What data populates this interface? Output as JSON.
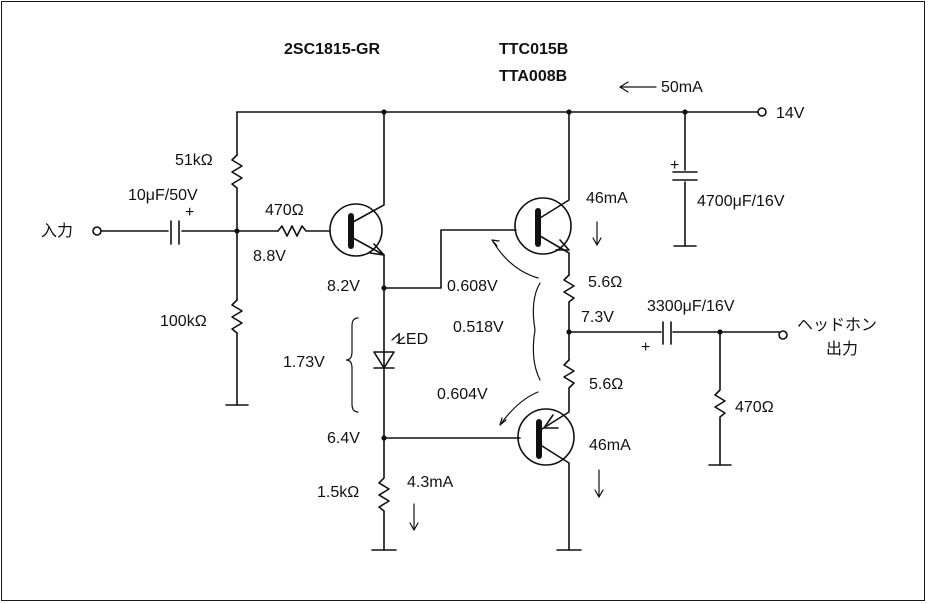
{
  "parts": {
    "q1": "2SC1815-GR",
    "q2": "TTC015B",
    "q3": "TTA008B"
  },
  "labels": {
    "input": "入力",
    "output_line1": "ヘッドホン",
    "output_line2": "出力",
    "supply_v": "14V",
    "supply_i": "50mA",
    "r_top": "51kΩ",
    "r_bottom": "100kΩ",
    "c_in": "10μF/50V",
    "r_base": "470Ω",
    "v_base": "8.8V",
    "v_emitter": "8.2V",
    "led": "LED",
    "v_led": "1.73V",
    "v_led_bottom": "6.4V",
    "r_emitter": "1.5kΩ",
    "i_emitter": "4.3mA",
    "v_be_top": "0.608V",
    "v_re": "0.518V",
    "v_be_bottom": "0.604V",
    "i_top": "46mA",
    "i_bottom": "46mA",
    "r_e_top": "5.6Ω",
    "r_e_bottom": "5.6Ω",
    "v_mid": "7.3V",
    "c_supply": "4700μF/16V",
    "c_out": "3300μF/16V",
    "r_load": "470Ω",
    "plus": "+"
  }
}
